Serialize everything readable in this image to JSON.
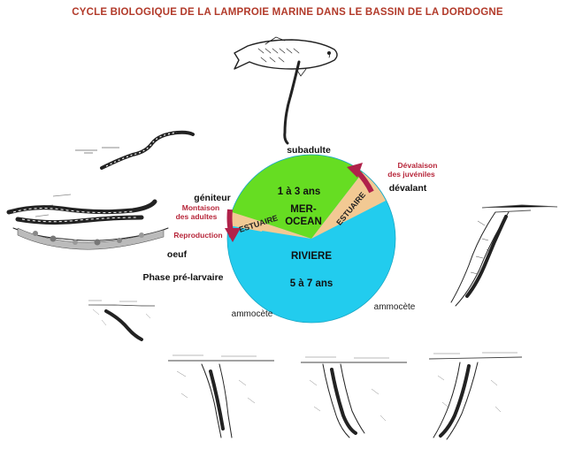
{
  "title": "CYCLE BIOLOGIQUE DE LA LAMPROIE  MARINE DANS LE BASSIN DE LA DORDOGNE",
  "stages": {
    "subadulte": "subadulte",
    "geniteur": "géniteur",
    "devalant": "dévalant",
    "oeuf": "oeuf",
    "prelarvaire": "Phase pré-larvaire",
    "ammocete_left": "ammocète",
    "ammocete_right": "ammocète"
  },
  "migrations": {
    "devalaison_line1": "Dévalaison",
    "devalaison_line2": "des juvéniles",
    "montaison_line1": "Montaison",
    "montaison_line2": "des adultes",
    "reproduction": "Reproduction"
  },
  "pie": {
    "sea_line1": "1 à 3 ans",
    "sea_line2": "MER-",
    "sea_line3": "OCEAN",
    "river_line1": "RIVIERE",
    "river_line2": "5 à 7 ans",
    "estuary_left": "ESTUAIRE",
    "estuary_right": "ESTUAIRE"
  },
  "colors": {
    "sea": "#66dd22",
    "river": "#22ccee",
    "estuary": "#f2c993",
    "arrow": "#b0224a",
    "title": "#b23a2a"
  },
  "icons": [
    "host-fish-icon",
    "swimming-lamprey-icon",
    "spawning-lamprey-icon",
    "downstream-juvenile-icon",
    "burrowed-larva-icon"
  ]
}
